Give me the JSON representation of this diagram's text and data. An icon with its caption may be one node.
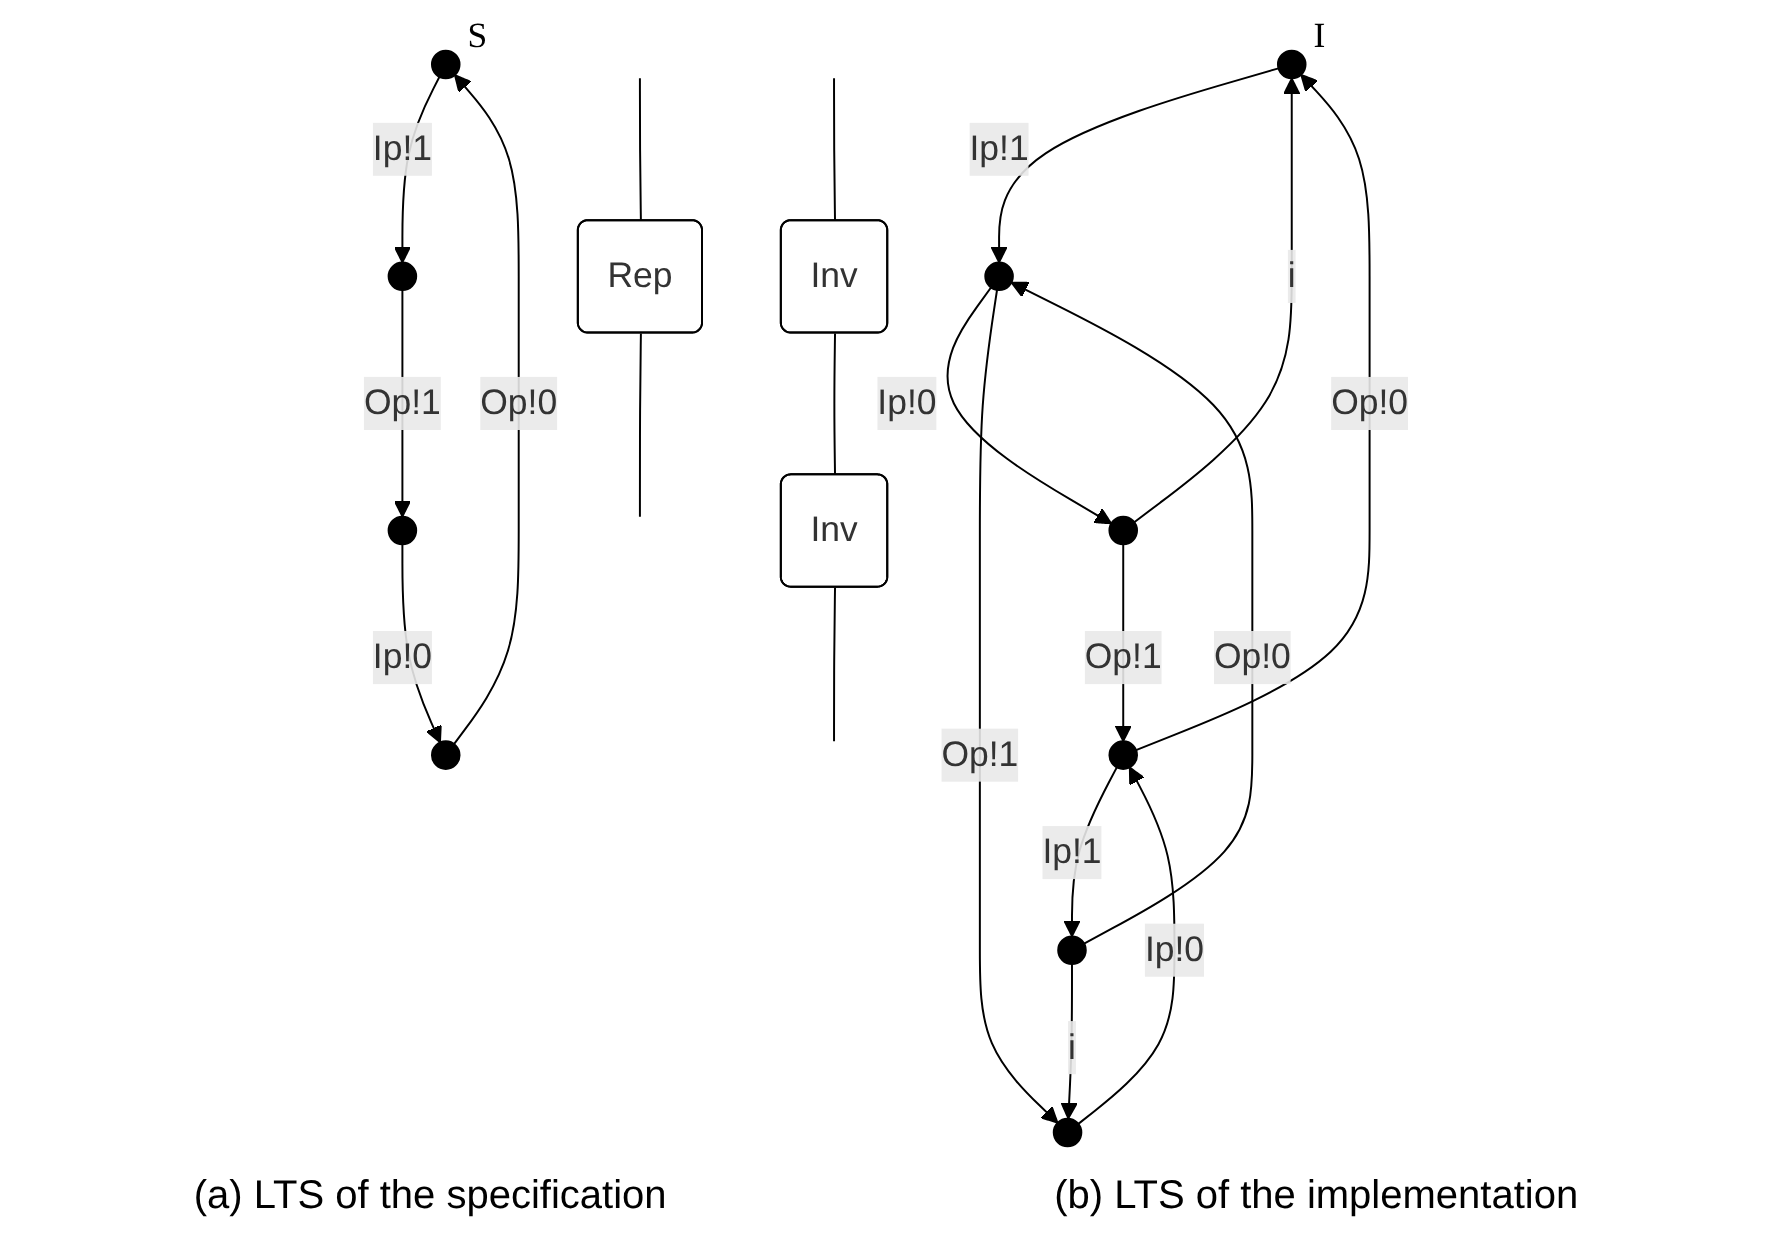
{
  "diagram": {
    "nodes": [
      {
        "text": [
          "Rep"
        ]
      },
      {
        "text": [],
        "shape": "circle",
        "beside": [
          "S"
        ]
      },
      {
        "text": [],
        "shape": "circle"
      },
      {
        "text": [],
        "shape": "circle"
      },
      {
        "text": [],
        "shape": "circle"
      },
      {
        "text": [
          "Inv"
        ]
      },
      {
        "text": [
          "Inv"
        ]
      },
      {
        "text": [],
        "shape": "circle",
        "beside": [
          "I"
        ]
      },
      {
        "text": [],
        "shape": "circle"
      },
      {
        "text": [],
        "shape": "circle"
      },
      {
        "text": [],
        "shape": "circle"
      },
      {
        "text": [],
        "shape": "circle"
      },
      {
        "text": [],
        "shape": "circle"
      }
    ],
    "edges": [
      {
        "from": null,
        "to": 0,
        "arrow": "none"
      },
      {
        "from": 0,
        "to": null,
        "arrow": "none"
      },
      {
        "from": 1,
        "to": 2,
        "arrow": "to",
        "label": "Ip!1"
      },
      {
        "from": 2,
        "to": 3,
        "arrow": "to",
        "label": "Op!1"
      },
      {
        "from": 3,
        "to": 4,
        "arrow": "to",
        "label": "Ip!0"
      },
      {
        "from": 4,
        "to": 1,
        "arrow": "to",
        "label": "Op!0"
      },
      {
        "from": null,
        "to": 5,
        "arrow": "none"
      },
      {
        "from": 5,
        "to": 6,
        "arrow": "none"
      },
      {
        "from": 6,
        "to": null,
        "arrow": "none"
      },
      {
        "from": 7,
        "to": 8,
        "arrow": "to",
        "label": "Ip!1"
      },
      {
        "from": 8,
        "to": 9,
        "arrow": "to",
        "label": "Ip!0"
      },
      {
        "from": 8,
        "to": 10,
        "arrow": "to",
        "label": "Op!1"
      },
      {
        "from": 9,
        "to": 7,
        "arrow": "to",
        "label": "i"
      },
      {
        "from": 11,
        "to": 7,
        "arrow": "to",
        "label": "Op!0"
      },
      {
        "from": 9,
        "to": 11,
        "arrow": "to",
        "label": "Op!1"
      },
      {
        "from": 10,
        "to": 11,
        "arrow": "to",
        "label": "Ip!0"
      },
      {
        "from": 12,
        "to": 8,
        "arrow": "to",
        "label": "Op!0"
      },
      {
        "from": 11,
        "to": 12,
        "arrow": "to",
        "label": "Ip!1"
      },
      {
        "from": 12,
        "to": 10,
        "arrow": "to",
        "label": "i"
      }
    ],
    "labels": [
      "(a) LTS of the specification",
      "(b) LTS of the implementation"
    ]
  }
}
